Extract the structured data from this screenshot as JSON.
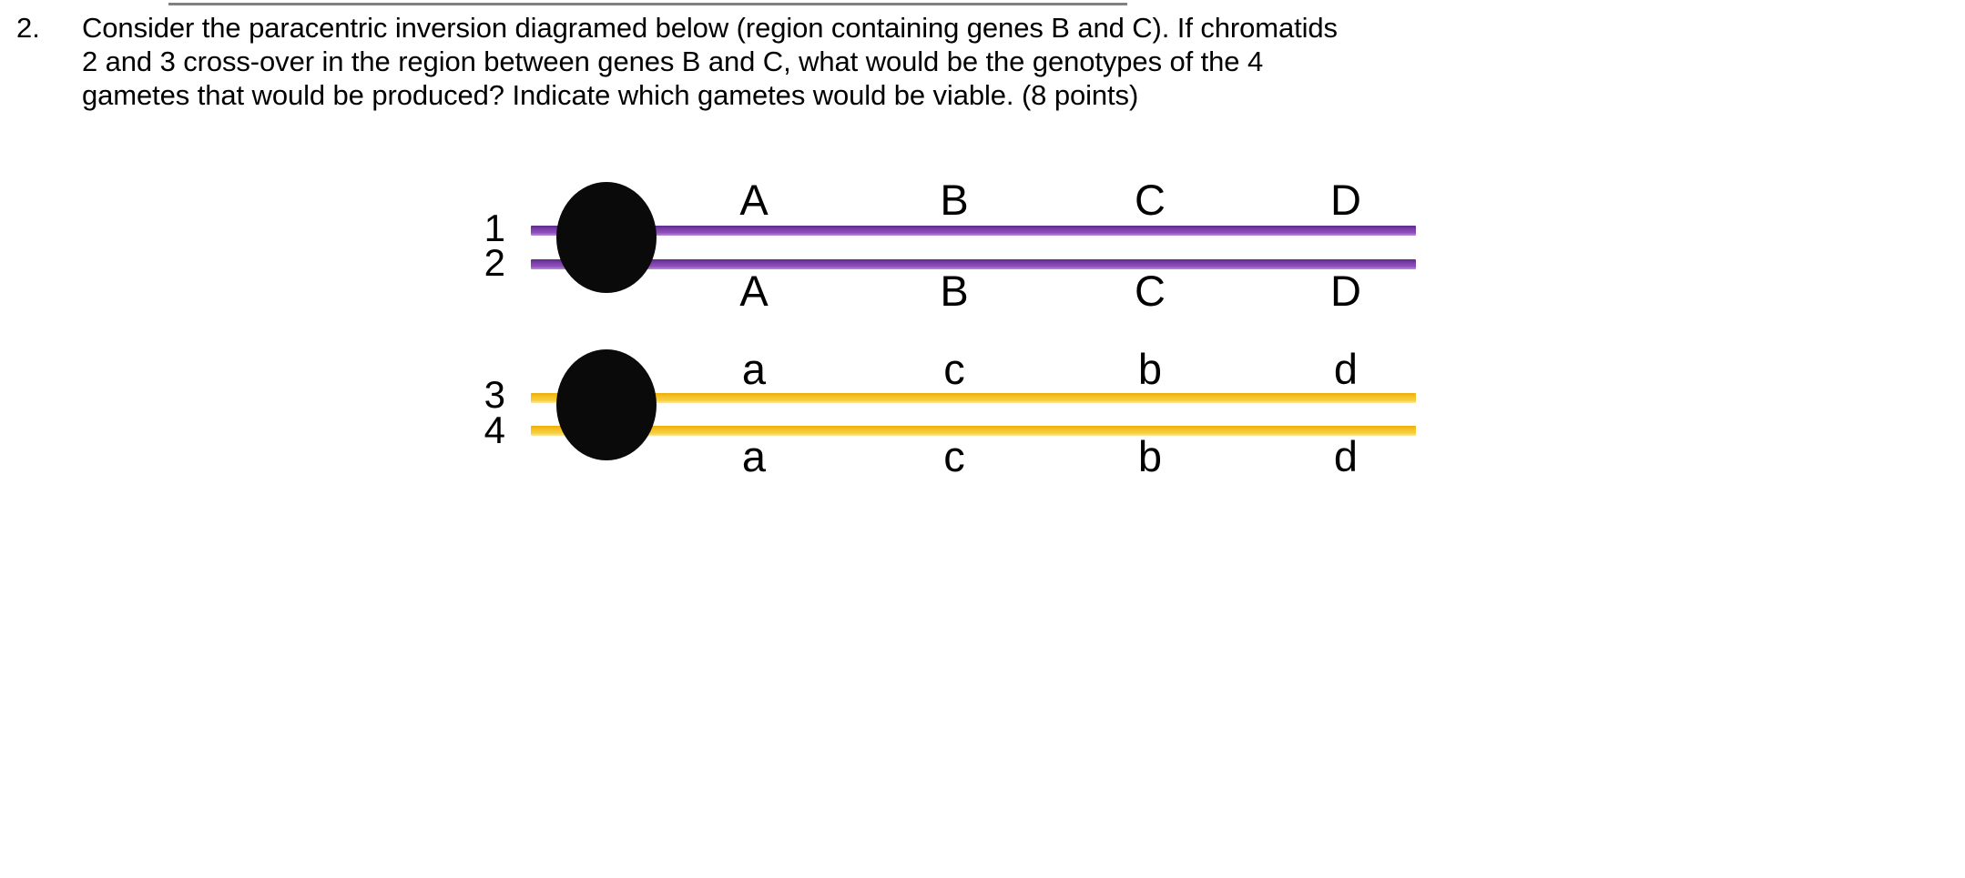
{
  "document": {
    "question_number": "2.",
    "question_lines": [
      "Consider the paracentric inversion diagramed below (region containing genes B and C). If chromatids",
      "2 and 3 cross-over in the region between genes B and C, what would be the genotypes of the 4",
      "gametes that would be produced? Indicate which gametes would be viable. (8 points)"
    ]
  },
  "diagram": {
    "title": "paracentric-inversion-chromatid-diagram",
    "colors": {
      "homolog_1_color": "#8f4fbd",
      "homolog_2_color": "#f5c425",
      "centromere_color": "#0a0a0a",
      "text_color": "#000000",
      "top_rule_color": "#808080"
    },
    "homologs": [
      {
        "name": "purple-homolog",
        "color": "#8f4fbd",
        "chromatids": [
          {
            "number": "1",
            "alleles": [
              "A",
              "B",
              "C",
              "D"
            ],
            "label_position": "above"
          },
          {
            "number": "2",
            "alleles": [
              "A",
              "B",
              "C",
              "D"
            ],
            "label_position": "below"
          }
        ]
      },
      {
        "name": "yellow-homolog",
        "color": "#f5c425",
        "chromatids": [
          {
            "number": "3",
            "alleles": [
              "a",
              "c",
              "b",
              "d"
            ],
            "label_position": "above"
          },
          {
            "number": "4",
            "alleles": [
              "a",
              "c",
              "b",
              "d"
            ],
            "label_position": "below"
          }
        ]
      }
    ]
  }
}
